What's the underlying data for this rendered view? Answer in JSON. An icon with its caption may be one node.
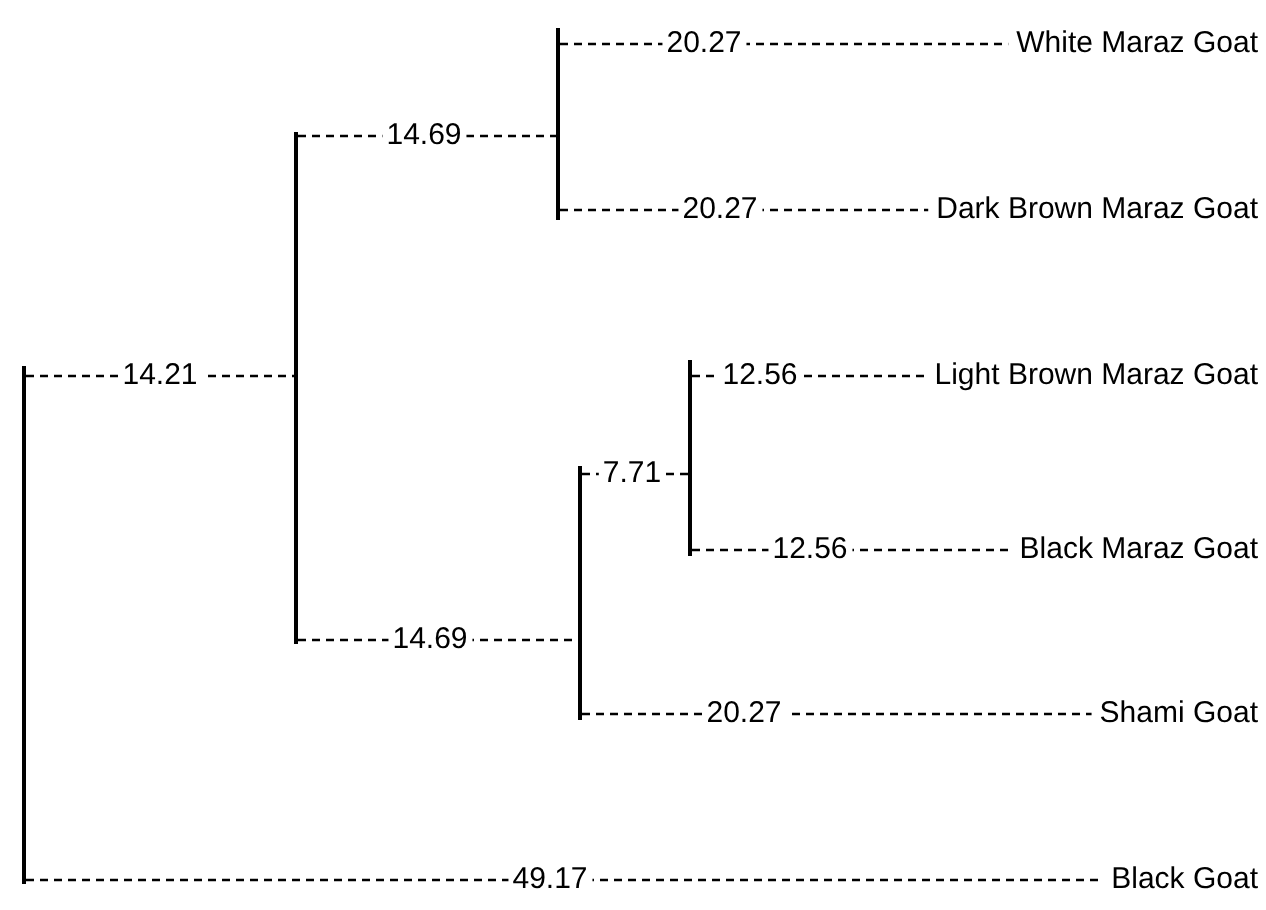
{
  "diagram": {
    "nodes": [
      {
        "text": [],
        "shape": "bar"
      },
      {
        "text": [],
        "shape": "bar"
      },
      {
        "text": [],
        "shape": "bar"
      },
      {
        "text": [],
        "shape": "bar"
      },
      {
        "text": [],
        "shape": "bar"
      },
      {
        "text": [
          "White Maraz Goat"
        ]
      },
      {
        "text": [
          "Dark Brown Maraz Goat"
        ]
      },
      {
        "text": [
          "Light Brown Maraz Goat"
        ]
      },
      {
        "text": [
          "Black Maraz Goat"
        ]
      },
      {
        "text": [
          "Shami Goat"
        ]
      },
      {
        "text": [
          "Black Goat"
        ]
      }
    ],
    "edges": [
      {
        "from": 0,
        "to": 1,
        "arrow": "none",
        "style": "dashed",
        "label": "14.21"
      },
      {
        "from": 1,
        "to": 2,
        "arrow": "none",
        "style": "dashed",
        "label": "14.69"
      },
      {
        "from": 2,
        "to": 5,
        "arrow": "none",
        "style": "dashed",
        "label": "20.27"
      },
      {
        "from": 2,
        "to": 6,
        "arrow": "none",
        "style": "dashed",
        "label": "20.27"
      },
      {
        "from": 1,
        "to": 3,
        "arrow": "none",
        "style": "dashed",
        "label": "14.69"
      },
      {
        "from": 3,
        "to": 4,
        "arrow": "none",
        "style": "dashed",
        "label": "7.71"
      },
      {
        "from": 4,
        "to": 7,
        "arrow": "none",
        "style": "dashed",
        "label": "12.56"
      },
      {
        "from": 4,
        "to": 8,
        "arrow": "none",
        "style": "dashed",
        "label": "12.56"
      },
      {
        "from": 3,
        "to": 9,
        "arrow": "none",
        "style": "dashed",
        "label": "20.27"
      },
      {
        "from": 0,
        "to": 10,
        "arrow": "none",
        "style": "dashed",
        "label": "49.17"
      }
    ]
  }
}
